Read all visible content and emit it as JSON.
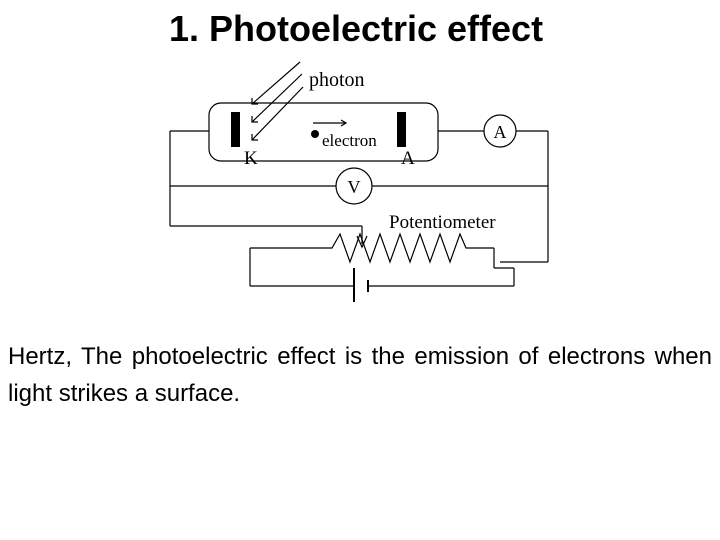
{
  "slide": {
    "title": "1. Photoelectric effect",
    "body": "Hertz, The photoelectric effect is the emission of electrons when light strikes a surface."
  },
  "diagram": {
    "labels": {
      "photon": "photon",
      "electron": "electron",
      "cathode": "K",
      "anode": "A",
      "ammeter": "A",
      "voltmeter": "V",
      "potentiometer": "Potentiometer"
    },
    "colors": {
      "line": "#000000",
      "background": "#ffffff"
    }
  }
}
